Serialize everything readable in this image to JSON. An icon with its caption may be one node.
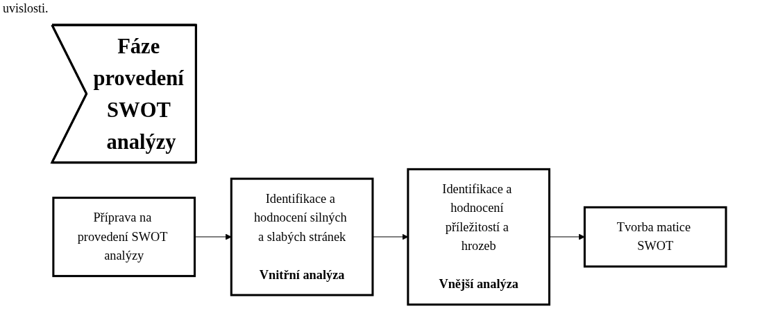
{
  "diagram": {
    "nodes": [
      {
        "text": [
          "Fáze provedení SWOT analýzy"
        ]
      },
      {
        "text": [
          "Příprava na provedení SWOT analýzy"
        ]
      },
      {
        "text": [
          "Identifikace a hodnocení silných a slabých stránek",
          "Vnitřní analýza"
        ]
      },
      {
        "text": [
          "Identifikace a hodnocení příležitostí a hrozeb",
          "Vnější analýza"
        ]
      },
      {
        "text": [
          "Tvorba matice SWOT"
        ]
      }
    ],
    "edges": [
      {
        "from": 1,
        "to": 2,
        "arrow": "to"
      },
      {
        "from": 2,
        "to": 3,
        "arrow": "to"
      },
      {
        "from": 3,
        "to": 4,
        "arrow": "to"
      }
    ],
    "labels": [
      "uvislosti."
    ]
  }
}
